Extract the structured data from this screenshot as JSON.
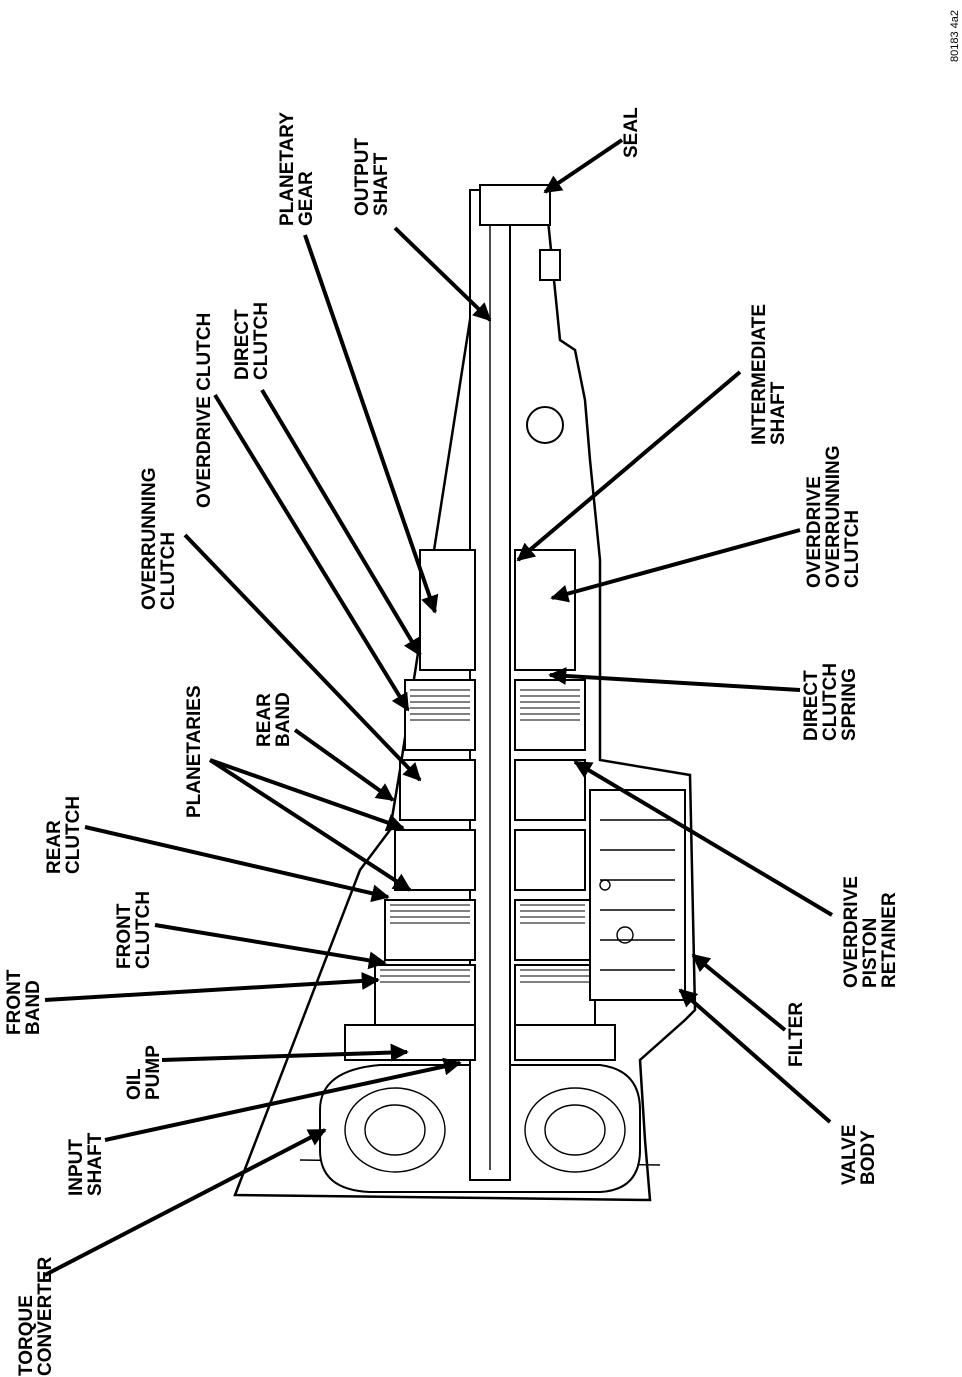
{
  "figure_code": "80183 4a2",
  "labels": {
    "torque_converter": [
      "TORQUE",
      "CONVERTER"
    ],
    "input_shaft": [
      "INPUT",
      "SHAFT"
    ],
    "oil_pump": [
      "OIL",
      "PUMP"
    ],
    "front_band": [
      "FRONT",
      "BAND"
    ],
    "front_clutch": [
      "FRONT",
      "CLUTCH"
    ],
    "rear_clutch": [
      "REAR",
      "CLUTCH"
    ],
    "planetaries": [
      "PLANETARIES"
    ],
    "rear_band": [
      "REAR",
      "BAND"
    ],
    "overrunning_clutch": [
      "OVERRUNNING",
      "CLUTCH"
    ],
    "overdrive_clutch": [
      "OVERDRIVE CLUTCH"
    ],
    "direct_clutch": [
      "DIRECT",
      "CLUTCH"
    ],
    "planetary_gear": [
      "PLANETARY",
      "GEAR"
    ],
    "output_shaft": [
      "OUTPUT",
      "SHAFT"
    ],
    "seal": [
      "SEAL"
    ],
    "intermediate_shaft": [
      "INTERMEDIATE",
      "SHAFT"
    ],
    "overdrive_overrunning_clutch": [
      "OVERDRIVE",
      "OVERRUNNING",
      "CLUTCH"
    ],
    "direct_clutch_spring": [
      "DIRECT",
      "CLUTCH",
      "SPRING"
    ],
    "overdrive_piston_retainer": [
      "OVERDRIVE",
      "PISTON",
      "RETAINER"
    ],
    "filter": [
      "FILTER"
    ],
    "valve_body": [
      "VALVE",
      "BODY"
    ]
  }
}
